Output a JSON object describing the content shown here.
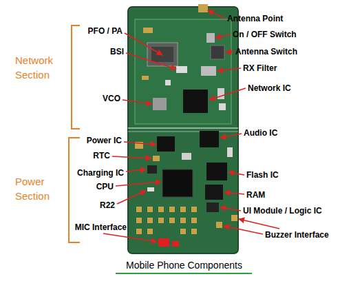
{
  "diagram": {
    "caption": "Mobile Phone Components",
    "labels": [
      "Network Section",
      "Power Section",
      "PFO / PA",
      "BSI",
      "VCO",
      "Power IC",
      "RTC",
      "Charging IC",
      "CPU",
      "R22",
      "MIC Interface",
      "Antenna Point",
      "On / OFF Switch",
      "Antenna Switch",
      "RX Filter",
      "Network IC",
      "Audio IC",
      "Flash IC",
      "RAM",
      "UI Module / Logic IC",
      "Buzzer Interface"
    ]
  }
}
